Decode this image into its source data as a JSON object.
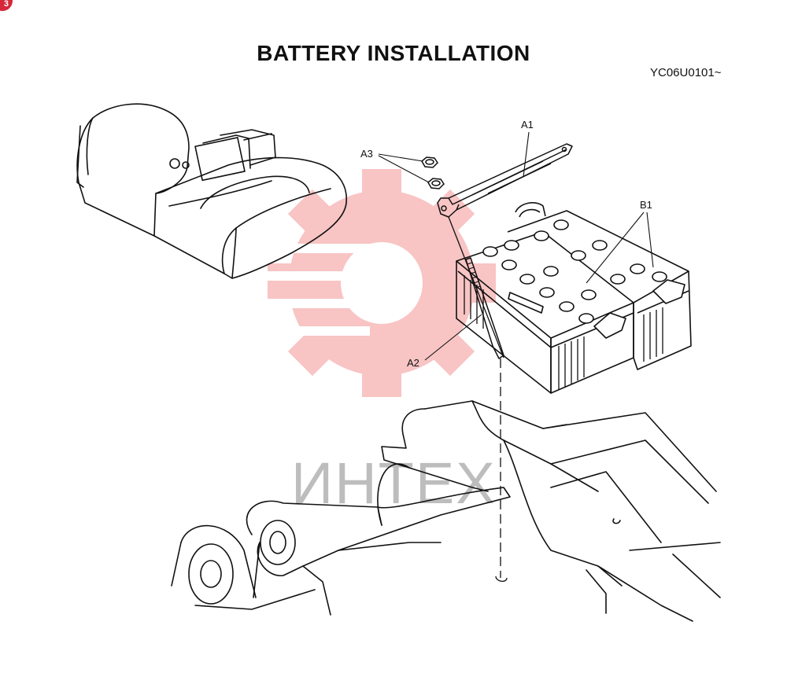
{
  "header": {
    "title": "BATTERY INSTALLATION",
    "code": "YC06U0101~",
    "corner_badge": "3"
  },
  "callouts": {
    "a1": "A1",
    "a2": "A2",
    "a3": "A3",
    "b1": "B1"
  },
  "watermark": {
    "text": "ИНТЕХ",
    "color": "#e53935"
  },
  "colors": {
    "line": "#111111",
    "watermark_gear": "#f4a3a3",
    "watermark_text": "#bdbdbd",
    "badge": "#d6263a"
  }
}
